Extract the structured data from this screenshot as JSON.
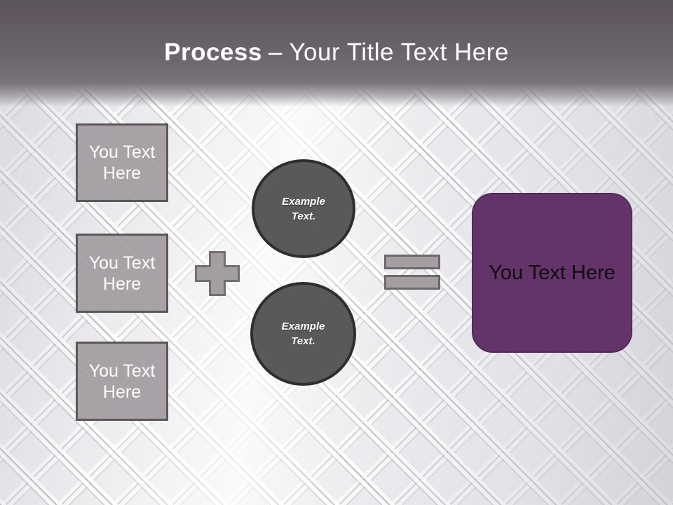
{
  "slide": {
    "title": {
      "bold_text": "Process",
      "regular_text": "– Your Title Text Here"
    },
    "input_boxes": [
      {
        "label": "You Text Here"
      },
      {
        "label": "You Text Here"
      },
      {
        "label": "You Text Here"
      }
    ],
    "example_circles": [
      {
        "label": "Example Text."
      },
      {
        "label": "Example Text."
      }
    ],
    "result_box": {
      "label": "You Text Here"
    },
    "icons": {
      "plus": "plus-operator-icon",
      "equals": "equals-operator-icon"
    },
    "colors": {
      "header_top": "#5b545a",
      "header_bottom": "#7b747c",
      "title_text": "#ffffff",
      "input_box_fill": "#a29ca1",
      "input_box_border": "#5d575c",
      "circle_fill": "#595959",
      "circle_border": "#2e2e2e",
      "operator_fill": "#a49ea2",
      "operator_border": "#6e686d",
      "result_fill": "#633369",
      "result_border": "#522a58",
      "result_text": "#0d0d0d",
      "background_base": "#ebebee"
    }
  }
}
